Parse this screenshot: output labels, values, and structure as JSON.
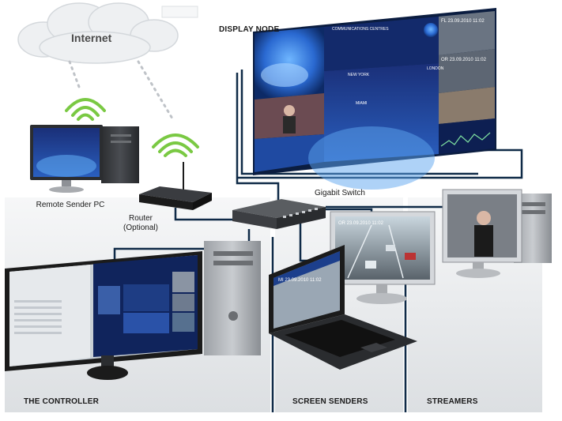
{
  "diagram": {
    "cloud_label": "Internet",
    "display_node_label": "DISPLAY NODE",
    "remote_sender_label": "Remote Sender PC",
    "router_label_line1": "Router",
    "router_label_line2": "(Optional)",
    "switch_label": "Gigabit Switch",
    "controller_label": "THE CONTROLLER",
    "screen_senders_label": "SCREEN SENDERS",
    "streamers_label": "STREAMERS"
  },
  "video_wall": {
    "header": "COMMUNICATIONS CENTRES",
    "city_new_york": "NEW YORK",
    "city_london": "LONDON",
    "city_miami": "MIAMI",
    "timestamp_1": "FL 23.09.2010 11:02",
    "timestamp_2": "OR 23.09.2010 11:02"
  },
  "devices": {
    "traffic_monitor_timestamp": "OR 23.09.2010 11:02",
    "laptop_timestamp": "MI 23.09.2010 11:02"
  },
  "colors": {
    "cable": "#0f2a47",
    "screen_blue": "#1c3f8c",
    "globe_blue": "#2f6fd6",
    "device_black": "#1b1b1b",
    "device_gray": "#8e9196",
    "wifi_green": "#7ac943",
    "panel_gray": "#eceeef"
  }
}
